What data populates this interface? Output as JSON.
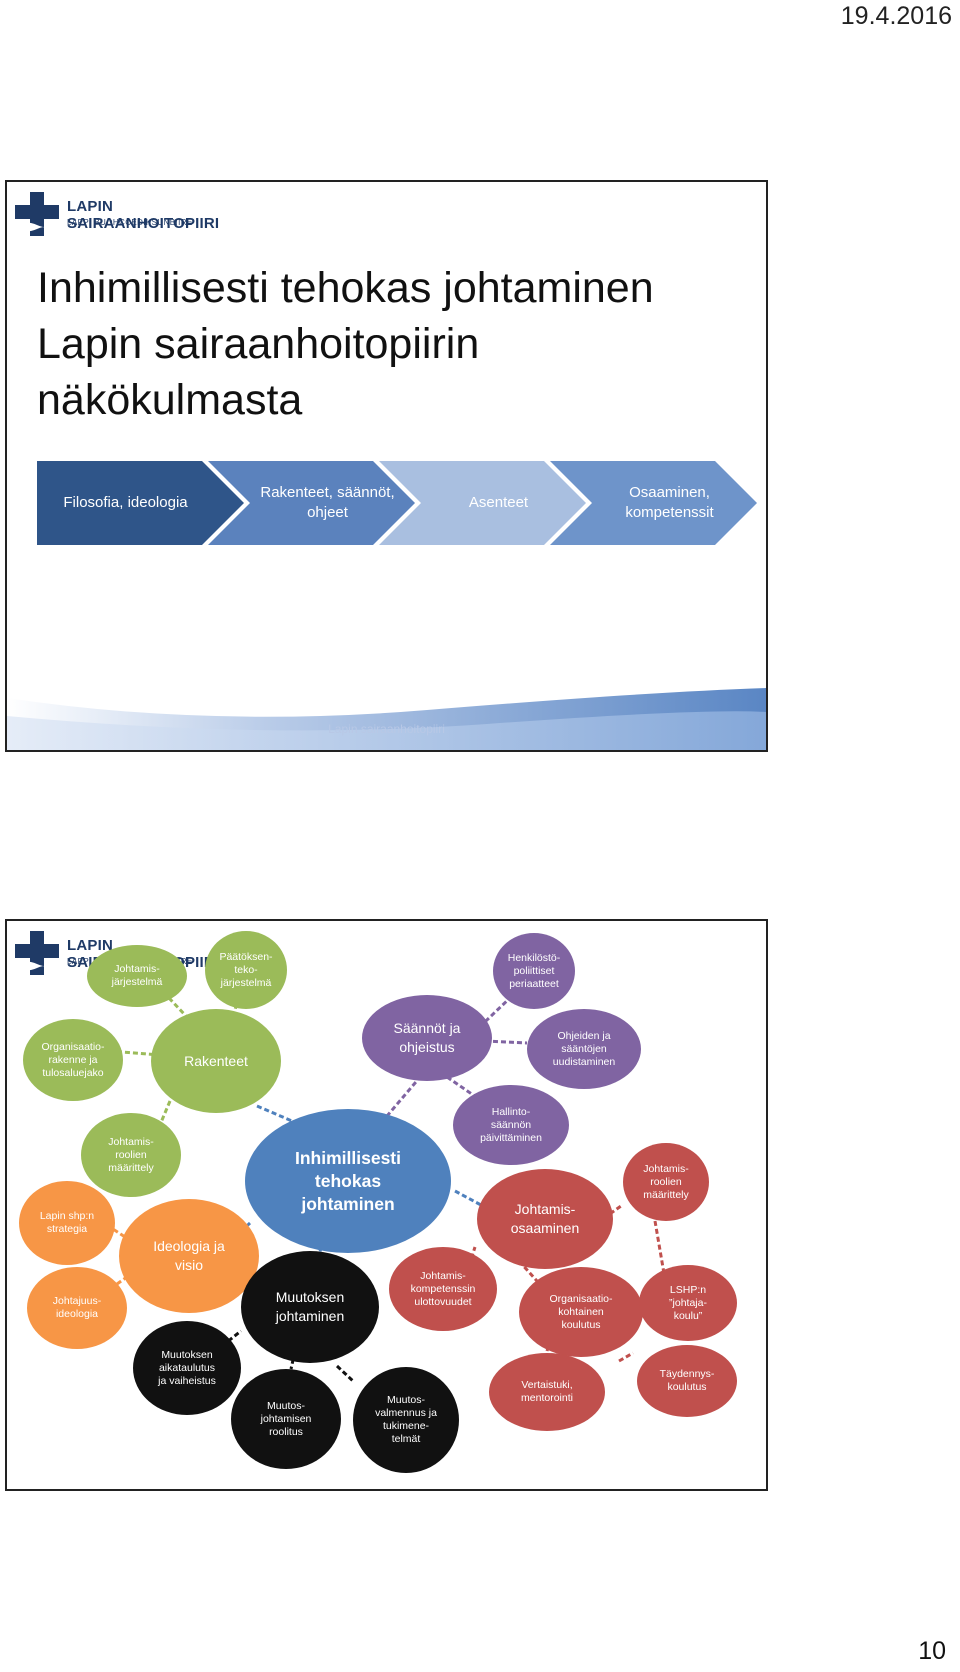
{
  "header": {
    "date": "19.4.2016"
  },
  "page": {
    "number": "10"
  },
  "slide1": {
    "logo": {
      "name": "LAPIN SAIRAANHOITOPIIRI",
      "subname": "LAPPI BUOHCCEDIKSUNBIIRE"
    },
    "title": "Inhimillisesti tehokas johtaminen\nLapin sairaanhoitopiirin\nnäkökulmasta",
    "steps": [
      {
        "label": "Filosofia, ideologia",
        "color": "#2f5589"
      },
      {
        "label": "Rakenteet, säännöt, ohjeet",
        "color": "#5b82bd"
      },
      {
        "label": "Asenteet",
        "color": "#a9bfe0"
      },
      {
        "label": "Osaaminen, kompetenssit",
        "color": "#6e94ca"
      }
    ],
    "footer": "Lapin sairaanhoitopiiri"
  },
  "slide2": {
    "logo": {
      "name": "LAPIN SAIRAANHOITOPIIRI",
      "subname": "LAPPI BUOHCCEDIKSUNBIIRE"
    },
    "nodes": {
      "johtamisjarjestelma": "Johtamis-\njärjestelmä",
      "paatoksenteko": "Päätöksen-\nteko-\njärjestelmä",
      "henkilosto": "Henkilöstö-\npoliittiset\nperiaatteet",
      "organisaatiorakenne": "Organisaatio-\nrakenne ja\ntulosaluejako",
      "rakenteet": "Rakenteet",
      "saannot": "Säännöt ja\nohjeistus",
      "ohjeiden": "Ohjeiden ja\nsääntöjen\nuudistaminen",
      "roolit1": "Johtamis-\nroolien\nmäärittely",
      "hallinto": "Hallinto-\nsäännön\npäivittäminen",
      "center": "Inhimillisesti\ntehokas\njohtaminen",
      "roolit2": "Johtamis-\nroolien\nmäärittely",
      "strategia": "Lapin shp:n\nstrategia",
      "ideologia": "Ideologia ja\nvisio",
      "osaaminen": "Johtamis-\nosaaminen",
      "johtajuus": "Johtajuus-\nideologia",
      "muutoksen": "Muutoksen\njohtaminen",
      "kompetenssi": "Johtamis-\nkompetenssin\nulottovuudet",
      "org_koulutus": "Organisaatio-\nkohtainen\nkoulutus",
      "lshp": "LSHP:n\n”johtaja-\nkoulu”",
      "aikataulu": "Muutoksen\naikataulutus\nja vaiheistus",
      "rooli": "Muutos-\njohtamisen\nroolitus",
      "valmennus": "Muutos-\nvalmennus ja\ntukimene-\ntelmät",
      "vertaistuki": "Vertaistuki,\nmentorointi",
      "taydennys": "Täydennys-\nkoulutus"
    }
  }
}
